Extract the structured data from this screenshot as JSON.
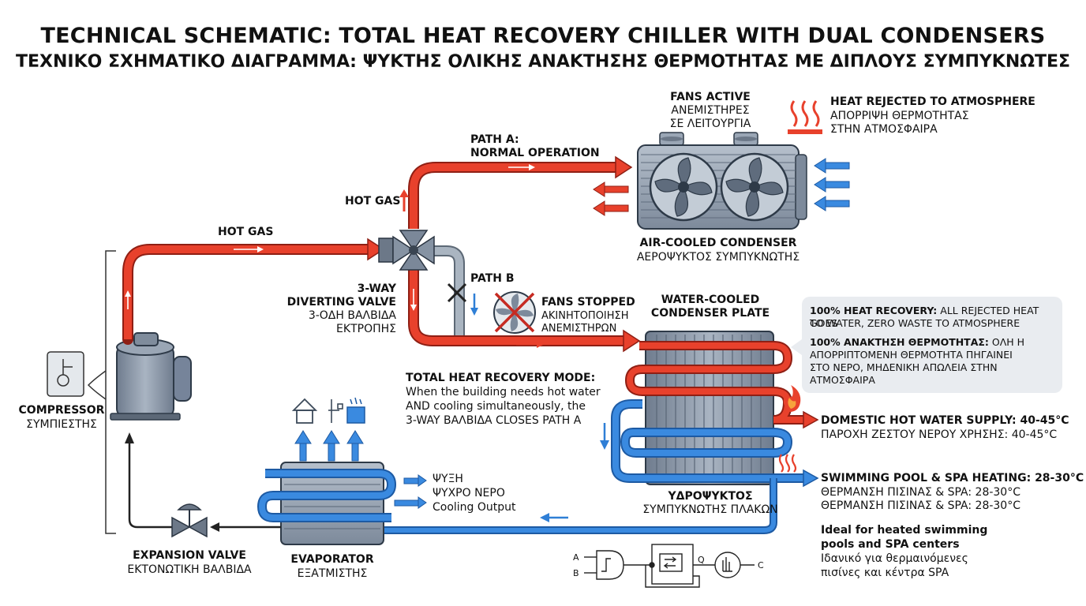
{
  "title": "TECHNICAL SCHEMATIC: TOTAL HEAT RECOVERY CHILLER WITH DUAL CONDENSERS",
  "subtitle": "ΤΕΧΝΙΚΟ ΣΧΗΜΑΤΙΚΟ ΔΙΑΓΡΑΜΜΑ: ΨΥΚΤΗΣ ΟΛΙΚΗΣ ΑΝΑΚΤΗΣΗΣ ΘΕΡΜΟΤΗΤΑΣ ΜΕ ΔΙΠΛΟΥΣ ΣΥΜΠΥΚΝΩΤΕΣ",
  "compressor": {
    "label": "COMPRESSOR",
    "label_el": "ΣΥΜΠΙΕΣΤΗΣ"
  },
  "hot_gas": {
    "main": "HOT GAS",
    "upper": "HOT GAS"
  },
  "valve": {
    "line1": "3-WAY",
    "line2": "DIVERTING VALVE",
    "line3": "3-ΟΔΗ ΒΑΛΒΙΔΑ",
    "line4": "ΕΚΤΡΟΠΗΣ"
  },
  "path_a": {
    "line1": "PATH A:",
    "line2": "NORMAL OPERATION"
  },
  "path_b": {
    "label": "PATH B"
  },
  "fans_active": {
    "line1": "FANS ACTIVE",
    "line2": "ΑΝΕΜΙΣΤΗΡΕΣ",
    "line3": "ΣΕ ΛΕΙΤΟΥΡΓΙΑ"
  },
  "fans_stopped": {
    "line1": "FANS STOPPED",
    "line2": "ΑΚΙΝΗΤΟΠΟΙΗΣΗ",
    "line3": "ΑΝΕΜΙΣΤΗΡΩΝ"
  },
  "heat_rejected": {
    "line1": "HEAT REJECTED TO ATMOSPHERE",
    "line2": "ΑΠΟΡΡΙΨΗ ΘΕΡΜΟΤΗΤΑΣ",
    "line3": "ΣΤΗΝ ΑΤΜΟΣΦΑΙΡΑ"
  },
  "air_condenser": {
    "label": "AIR-COOLED CONDENSER",
    "label_el": "ΑΕΡΟΨΥΚΤΟΣ ΣΥΜΠΥΚΝΩΤΗΣ"
  },
  "water_condenser": {
    "line1": "WATER-COOLED",
    "line2": "CONDENSER PLATE",
    "bottom1": "ΥΔΡΟΨΥΚΤΟΣ",
    "bottom2": "ΣΥΜΠΥΚΝΩΤΗΣ ΠΛΑΚΩΝ"
  },
  "callout": {
    "en_bold": "100% HEAT RECOVERY:",
    "en_rest1": " ALL REJECTED HEAT GOES",
    "en_rest2": "TO WATER, ZERO WASTE TO ATMOSPHERE",
    "el_bold": "100% ΑΝΑΚΤΗΣΗ ΘΕΡΜΟΤΗΤΑΣ:",
    "el_rest1": " ΟΛΗ Η",
    "el_rest2": "ΑΠΟΡΡΙΠΤΟΜΕΝΗ ΘΕΡΜΟΤΗΤΑ ΠΗΓΑΙΝΕΙ",
    "el_rest3": "ΣΤΟ ΝΕΡΟ, ΜΗΔΕΝΙΚΗ ΑΠΩΛΕΙΑ ΣΤΗΝ",
    "el_rest4": "ΑΤΜΟΣΦΑΙΡΑ"
  },
  "recovery_mode": {
    "line1": "TOTAL HEAT RECOVERY MODE:",
    "line2": "When the building needs hot water",
    "line3": "AND cooling simultaneously, the",
    "line4": "3-WAY ΒΑΛΒΙΔΑ CLOSES PATH A"
  },
  "dhw": {
    "line1": "DOMESTIC HOT WATER SUPPLY: 40-45°C",
    "line2": "ΠΑΡΟΧΗ ΖΕΣΤΟΥ ΝΕΡΟΥ ΧΡΗΣΗΣ: 40-45°C"
  },
  "pool": {
    "line1": "SWIMMING POOL & SPA HEATING: 28-30°C",
    "line2": "ΘΕΡΜΑΝΣΗ ΠΙΣΙΝΑΣ & SPA: 28-30°C",
    "line3": "ΘΕΡΜΑΝΣΗ ΠΙΣΙΝΑΣ & SPA: 28-30°C"
  },
  "ideal": {
    "line1": "Ideal for heated swimming",
    "line2": "pools and SPA centers",
    "line3": "Ιδανικό για θερμαινόμενες",
    "line4": "πισίνες και κέντρα SPA"
  },
  "cooling": {
    "line1": "ΨΥΞΗ",
    "line2": "ΨΥΧΡΟ ΝΕΡΟ",
    "line3": "Cooling Output"
  },
  "evaporator": {
    "label": "EVAPORATOR",
    "label_el": "ΕΞΑΤΜΙΣΤΗΣ"
  },
  "expansion": {
    "label": "EXPANSION VALVE",
    "label_el": "ΕΚΤΟΝΩΤΙΚΗ ΒΑΛΒΙΔΑ"
  },
  "logic": {
    "in_a": "A",
    "in_b": "B",
    "out_q": "Q",
    "out_c": "C"
  },
  "colors": {
    "hot": "#e8412c",
    "cold": "#2f7fd6",
    "metal": "#8794a4",
    "pipe_gray": "#9aa6b3"
  }
}
